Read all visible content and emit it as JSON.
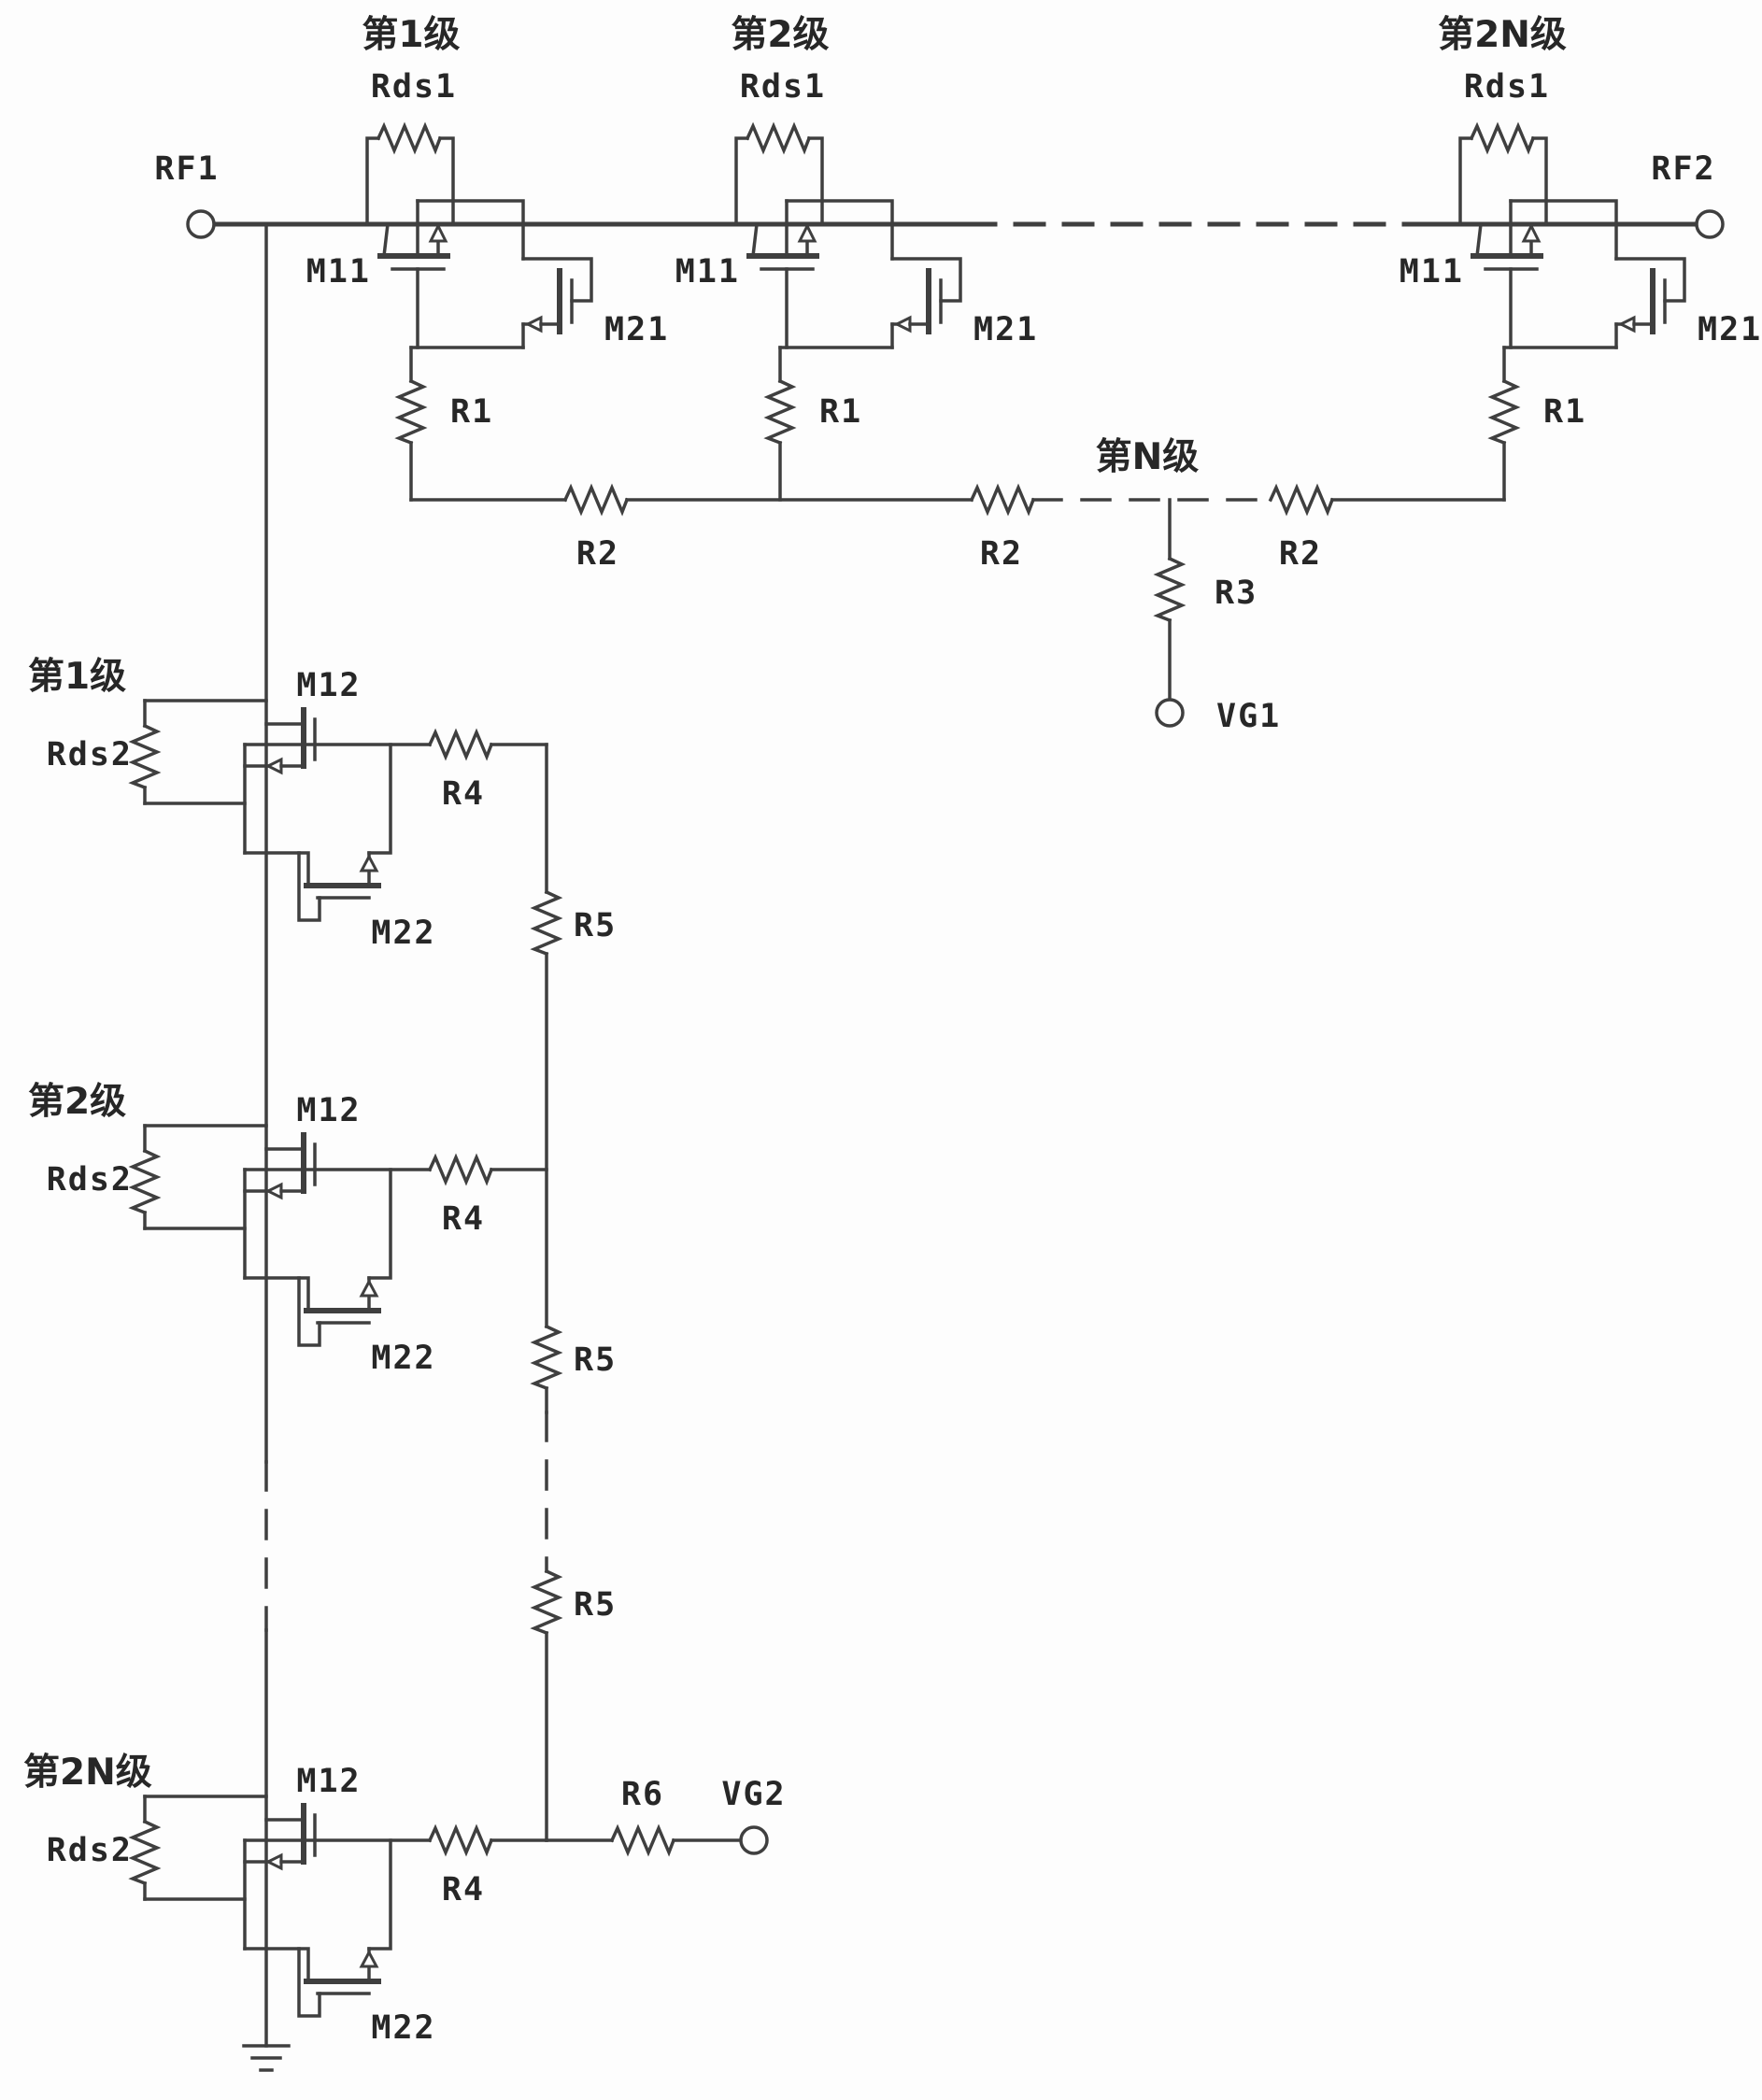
{
  "terminals": {
    "rf1": "RF1",
    "rf2": "RF2",
    "vg1": "VG1",
    "vg2": "VG2"
  },
  "series": {
    "stages": [
      {
        "name": "第1级",
        "rds": "Rds1",
        "m1": "M11",
        "m2": "M21",
        "r": "R1"
      },
      {
        "name": "第2级",
        "rds": "Rds1",
        "m1": "M11",
        "m2": "M21",
        "r": "R1"
      },
      {
        "name": "第2N级",
        "rds": "Rds1",
        "m1": "M11",
        "m2": "M21",
        "r": "R1"
      }
    ],
    "r2_labels": [
      "R2",
      "R2",
      "R2"
    ],
    "mid_stage_label": "第N级",
    "r3": "R3"
  },
  "shunt": {
    "stages": [
      {
        "name": "第1级",
        "rds": "Rds2",
        "m1": "M12",
        "m2": "M22",
        "r4": "R4"
      },
      {
        "name": "第2级",
        "rds": "Rds2",
        "m1": "M12",
        "m2": "M22",
        "r4": "R4"
      },
      {
        "name": "第2N级",
        "rds": "Rds2",
        "m1": "M12",
        "m2": "M22",
        "r4": "R4"
      }
    ],
    "r5_labels": [
      "R5",
      "R5",
      "R5"
    ],
    "r6": "R6"
  }
}
